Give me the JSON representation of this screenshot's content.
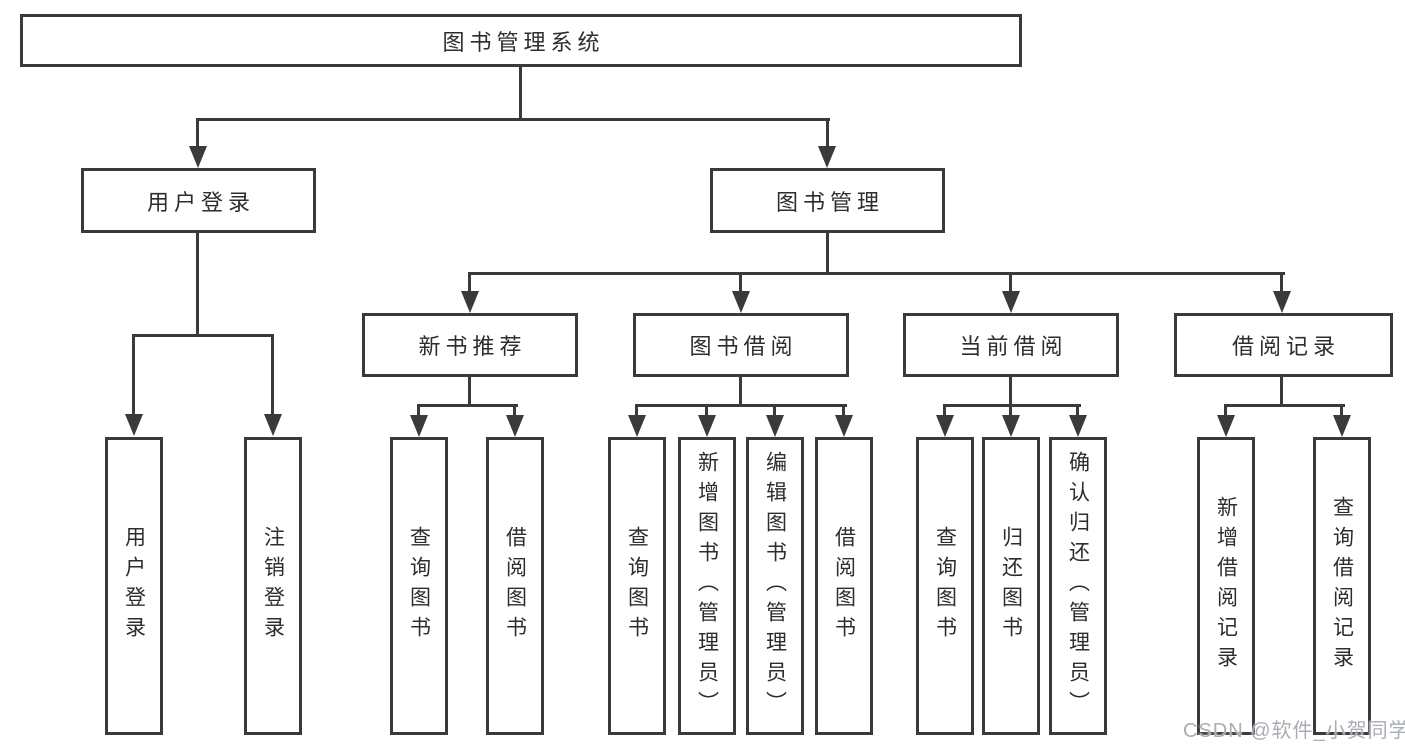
{
  "tree": {
    "root": {
      "label": "图书管理系统"
    },
    "branches": [
      {
        "label": "用户登录",
        "leaves": [
          "用户登录",
          "注销登录"
        ]
      },
      {
        "label": "图书管理",
        "groups": [
          {
            "label": "新书推荐",
            "leaves": [
              "查询图书",
              "借阅图书"
            ]
          },
          {
            "label": "图书借阅",
            "leaves": [
              "查询图书",
              "新增图书（管理员）",
              "编辑图书（管理员）",
              "借阅图书"
            ]
          },
          {
            "label": "当前借阅",
            "leaves": [
              "查询图书",
              "归还图书",
              "确认归还（管理员）"
            ]
          },
          {
            "label": "借阅记录",
            "leaves": [
              "新增借阅记录",
              "查询借阅记录"
            ]
          }
        ]
      }
    ]
  },
  "watermark": {
    "text": "CSDN @软件_小贺同学"
  },
  "colors": {
    "line": "#3a3a3a",
    "text": "#2d2d2d",
    "background": "#ffffff",
    "watermark": "#a9adb4"
  }
}
